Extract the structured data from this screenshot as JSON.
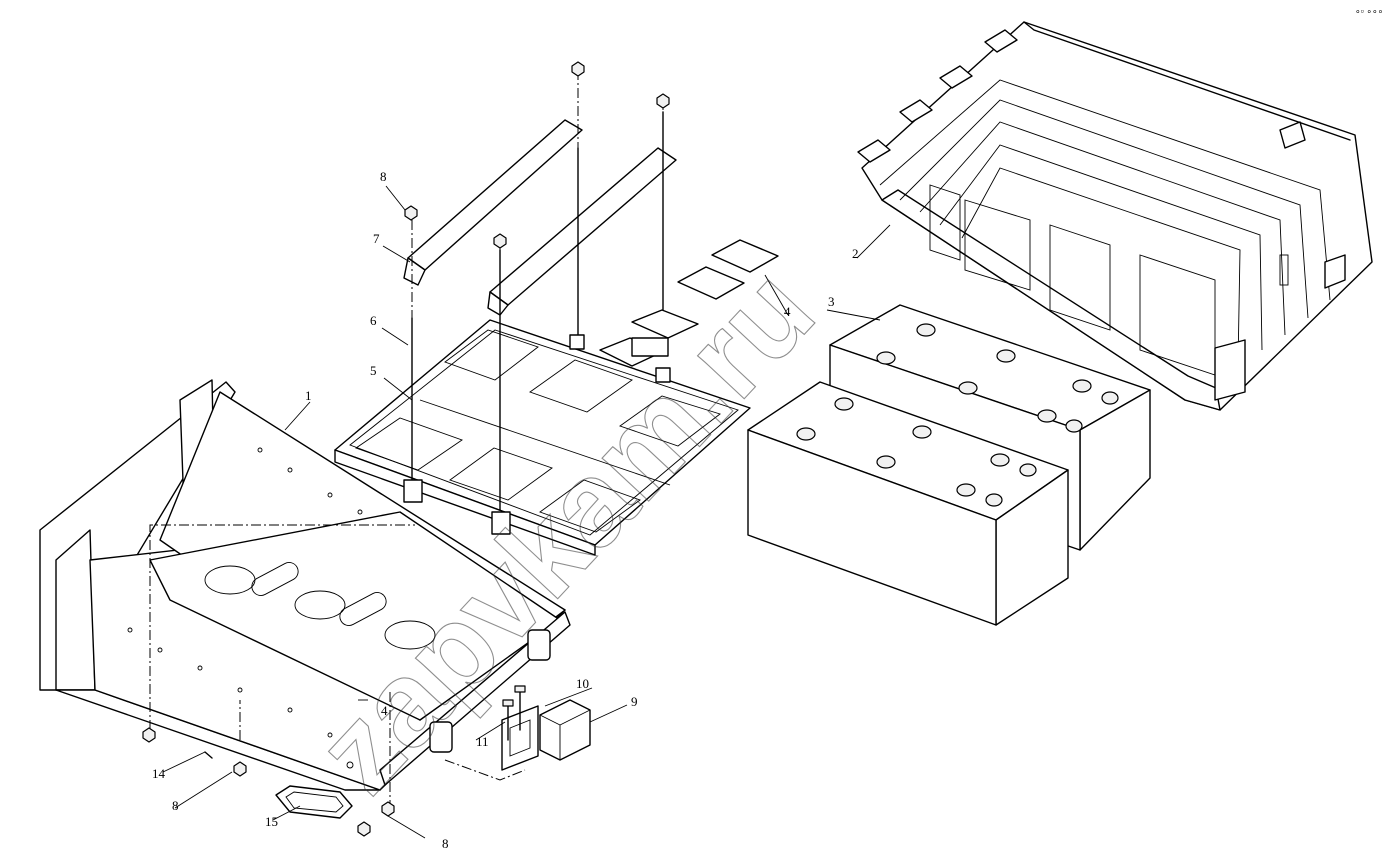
{
  "watermark": "zapvkam.ru",
  "corner_mark": "∘▫ ∘∘∘",
  "callouts": {
    "c1": "1",
    "c2": "2",
    "c3": "3",
    "c4a": "4",
    "c4b": "4",
    "c5": "5",
    "c6": "6",
    "c7": "7",
    "c8a": "8",
    "c8b": "8",
    "c8c": "8",
    "c9": "9",
    "c10": "10",
    "c11": "11",
    "c14": "14",
    "c15": "15"
  }
}
